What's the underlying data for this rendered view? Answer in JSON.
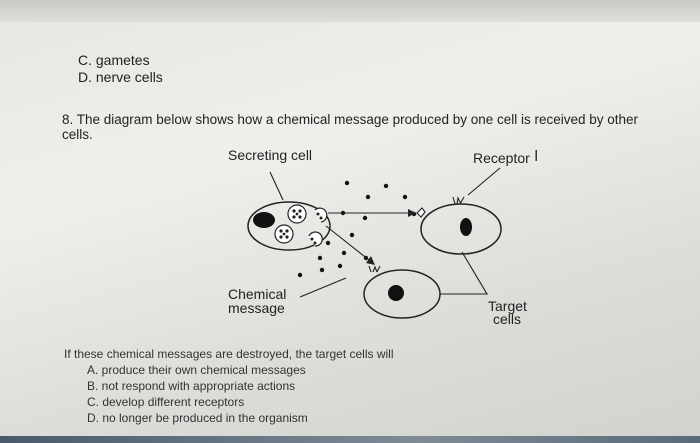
{
  "options_prev": {
    "c": "C. gametes",
    "d": "D. nerve cells"
  },
  "question8": {
    "line1": "8. The diagram below shows how a chemical message produced by one cell is received by other",
    "line2": "cells."
  },
  "diagram": {
    "label_secreting_cell": "Secreting cell",
    "label_receptor": "Receptor",
    "label_chemical": "Chemical",
    "label_message": "message",
    "label_target": "Target",
    "label_cells": "cells"
  },
  "follow_up": {
    "prompt": "If these chemical messages are destroyed, the target cells will",
    "options": [
      "A. produce their own chemical messages",
      "B. not respond with appropriate actions",
      "C. develop different receptors",
      "D. no longer be produced in the organism"
    ]
  }
}
